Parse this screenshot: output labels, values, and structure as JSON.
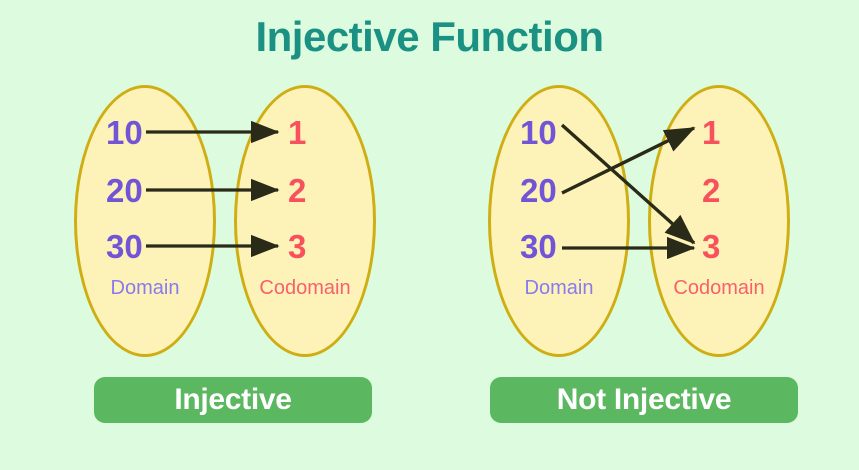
{
  "title": "Injective Function",
  "colors": {
    "background": "#ddfcdf",
    "title": "#1b9183",
    "ellipse_fill": "#fdf3b8",
    "ellipse_border": "#cfae15",
    "domain_number": "#7254d6",
    "domain_label": "#8a7af0",
    "codomain_number": "#f8505c",
    "codomain_label": "#f8616c",
    "arrow": "#2a2a18",
    "badge_background": "#5cb860",
    "badge_text": "#ffffff"
  },
  "panels": [
    {
      "id": "injective",
      "domain": {
        "label": "Domain",
        "elements": [
          "10",
          "20",
          "30"
        ]
      },
      "codomain": {
        "label": "Codomain",
        "elements": [
          "1",
          "2",
          "3"
        ]
      },
      "mappings": [
        {
          "from": "10",
          "to": "1"
        },
        {
          "from": "20",
          "to": "2"
        },
        {
          "from": "30",
          "to": "3"
        }
      ],
      "verdict": "Injective"
    },
    {
      "id": "not-injective",
      "domain": {
        "label": "Domain",
        "elements": [
          "10",
          "20",
          "30"
        ]
      },
      "codomain": {
        "label": "Codomain",
        "elements": [
          "1",
          "2",
          "3"
        ]
      },
      "mappings": [
        {
          "from": "10",
          "to": "3"
        },
        {
          "from": "20",
          "to": "1"
        },
        {
          "from": "30",
          "to": "3"
        }
      ],
      "verdict": "Not Injective"
    }
  ]
}
